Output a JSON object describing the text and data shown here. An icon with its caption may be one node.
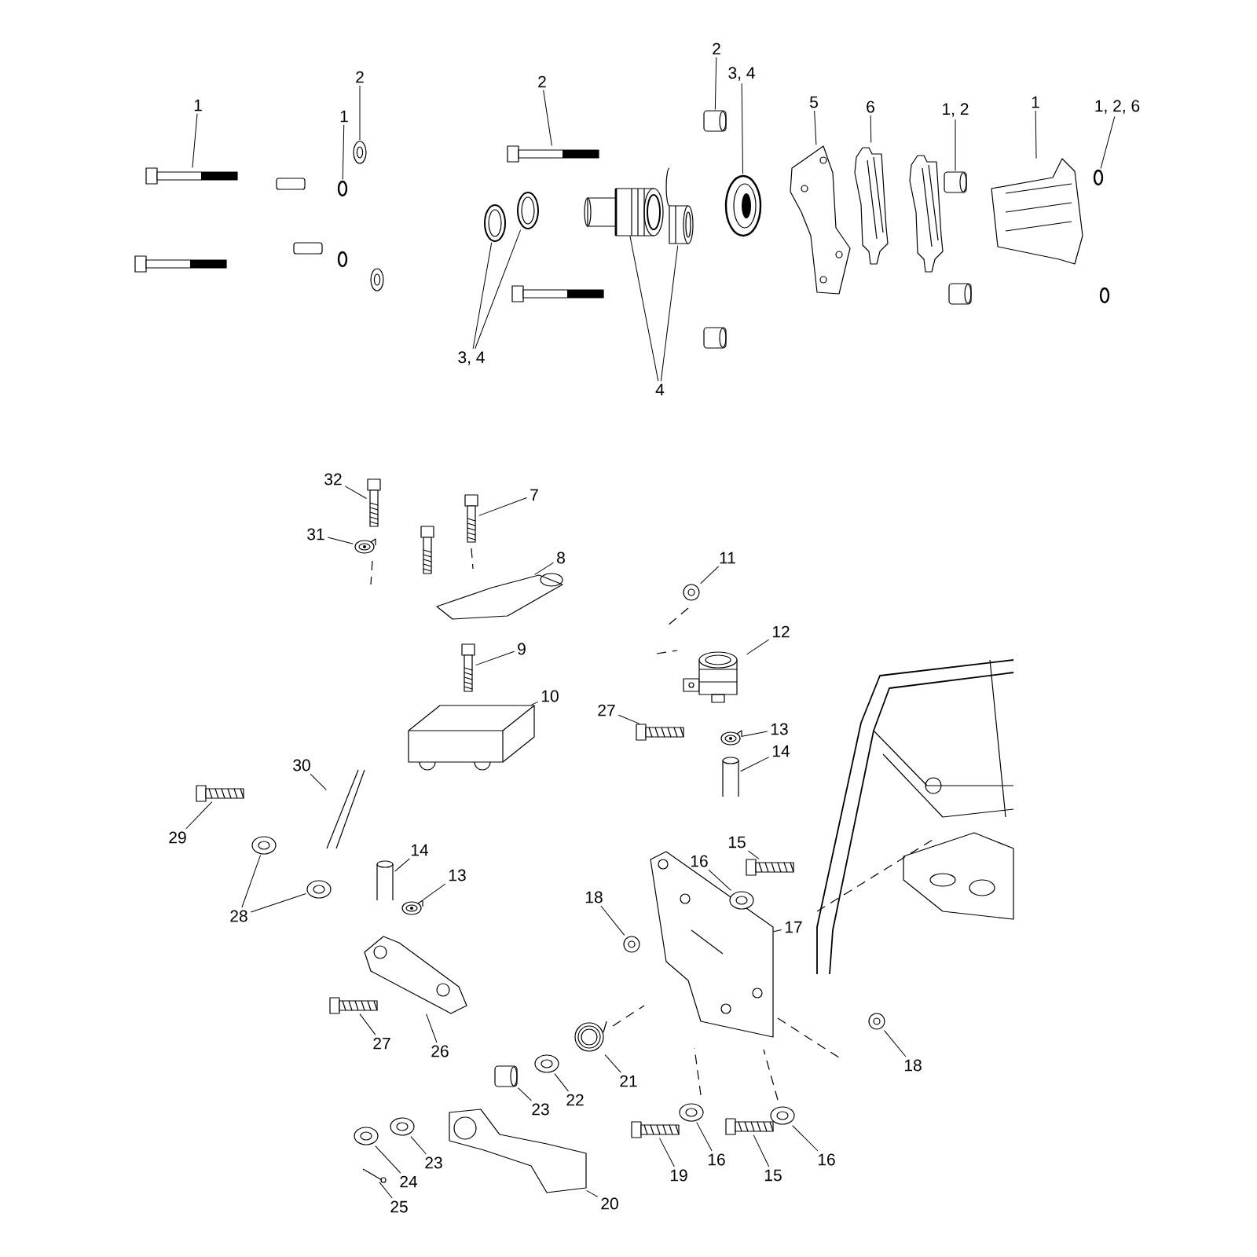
{
  "diagram": {
    "nodes": [
      {
        "text": [
          "1"
        ]
      },
      {
        "text": [],
        "shape": "picture"
      },
      {
        "text": [
          "2"
        ]
      },
      {
        "text": [],
        "shape": "picture"
      },
      {
        "text": [
          "1"
        ]
      },
      {
        "text": [],
        "shape": "picture"
      },
      {
        "text": [
          "2"
        ]
      },
      {
        "text": [],
        "shape": "picture"
      },
      {
        "text": [
          "3, 4"
        ]
      },
      {
        "text": [],
        "shape": "picture"
      },
      {
        "text": [],
        "shape": "picture"
      },
      {
        "text": [
          "4"
        ]
      },
      {
        "text": [],
        "shape": "picture"
      },
      {
        "text": [],
        "shape": "picture"
      },
      {
        "text": [
          "2"
        ]
      },
      {
        "text": [],
        "shape": "picture"
      },
      {
        "text": [
          "3, 4"
        ]
      },
      {
        "text": [],
        "shape": "picture"
      },
      {
        "text": [
          "5"
        ]
      },
      {
        "text": [],
        "shape": "picture"
      },
      {
        "text": [
          "6"
        ]
      },
      {
        "text": [],
        "shape": "picture"
      },
      {
        "text": [
          "1, 2"
        ]
      },
      {
        "text": [],
        "shape": "picture"
      },
      {
        "text": [
          "1"
        ]
      },
      {
        "text": [],
        "shape": "picture"
      },
      {
        "text": [
          "1, 2, 6"
        ]
      },
      {
        "text": [],
        "shape": "picture"
      },
      {
        "text": [
          "32"
        ]
      },
      {
        "text": [],
        "shape": "picture"
      },
      {
        "text": [
          "31"
        ]
      },
      {
        "text": [],
        "shape": "picture"
      },
      {
        "text": [
          "7"
        ]
      },
      {
        "text": [],
        "shape": "picture"
      },
      {
        "text": [
          "8"
        ]
      },
      {
        "text": [],
        "shape": "picture"
      },
      {
        "text": [
          "9"
        ]
      },
      {
        "text": [],
        "shape": "picture"
      },
      {
        "text": [
          "10"
        ]
      },
      {
        "text": [],
        "shape": "picture"
      },
      {
        "text": [
          "11"
        ]
      },
      {
        "text": [],
        "shape": "picture"
      },
      {
        "text": [
          "12"
        ]
      },
      {
        "text": [],
        "shape": "picture"
      },
      {
        "text": [
          "27"
        ]
      },
      {
        "text": [],
        "shape": "picture"
      },
      {
        "text": [
          "13"
        ]
      },
      {
        "text": [],
        "shape": "picture"
      },
      {
        "text": [
          "14"
        ]
      },
      {
        "text": [],
        "shape": "picture"
      },
      {
        "text": [
          "30"
        ]
      },
      {
        "text": [],
        "shape": "picture"
      },
      {
        "text": [
          "29"
        ]
      },
      {
        "text": [],
        "shape": "picture"
      },
      {
        "text": [
          "28"
        ]
      },
      {
        "text": [],
        "shape": "picture"
      },
      {
        "text": [],
        "shape": "picture"
      },
      {
        "text": [
          "14"
        ]
      },
      {
        "text": [],
        "shape": "picture"
      },
      {
        "text": [
          "13"
        ]
      },
      {
        "text": [],
        "shape": "picture"
      },
      {
        "text": [
          "27"
        ]
      },
      {
        "text": [],
        "shape": "picture"
      },
      {
        "text": [
          "26"
        ]
      },
      {
        "text": [],
        "shape": "picture"
      },
      {
        "text": [
          "18"
        ]
      },
      {
        "text": [],
        "shape": "picture"
      },
      {
        "text": [
          "21"
        ]
      },
      {
        "text": [],
        "shape": "picture"
      },
      {
        "text": [
          "17"
        ]
      },
      {
        "text": [],
        "shape": "picture"
      },
      {
        "text": [
          "15"
        ]
      },
      {
        "text": [],
        "shape": "picture"
      },
      {
        "text": [
          "16"
        ]
      },
      {
        "text": [],
        "shape": "picture"
      },
      {
        "text": [
          "18"
        ]
      },
      {
        "text": [],
        "shape": "picture"
      },
      {
        "text": [
          "23"
        ]
      },
      {
        "text": [],
        "shape": "picture"
      },
      {
        "text": [
          "22"
        ]
      },
      {
        "text": [],
        "shape": "picture"
      },
      {
        "text": [
          "23"
        ]
      },
      {
        "text": [],
        "shape": "picture"
      },
      {
        "text": [
          "24"
        ]
      },
      {
        "text": [],
        "shape": "picture"
      },
      {
        "text": [
          "25"
        ]
      },
      {
        "text": [],
        "shape": "picture"
      },
      {
        "text": [
          "20"
        ]
      },
      {
        "text": [],
        "shape": "picture"
      },
      {
        "text": [
          "19"
        ]
      },
      {
        "text": [],
        "shape": "picture"
      },
      {
        "text": [
          "16"
        ]
      },
      {
        "text": [],
        "shape": "picture"
      },
      {
        "text": [
          "15"
        ]
      },
      {
        "text": [],
        "shape": "picture"
      },
      {
        "text": [
          "16"
        ]
      },
      {
        "text": [],
        "shape": "picture"
      }
    ],
    "edges": [
      {
        "from": 0,
        "to": 1,
        "arrow": "none"
      },
      {
        "from": 2,
        "to": 3,
        "arrow": "none"
      },
      {
        "from": 4,
        "to": 5,
        "arrow": "none"
      },
      {
        "from": 6,
        "to": 7,
        "arrow": "none"
      },
      {
        "from": 8,
        "to": 9,
        "arrow": "none"
      },
      {
        "from": 8,
        "to": 10,
        "arrow": "none"
      },
      {
        "from": 11,
        "to": 12,
        "arrow": "none"
      },
      {
        "from": 11,
        "to": 13,
        "arrow": "none"
      },
      {
        "from": 14,
        "to": 15,
        "arrow": "none"
      },
      {
        "from": 16,
        "to": 17,
        "arrow": "none"
      },
      {
        "from": 18,
        "to": 19,
        "arrow": "none"
      },
      {
        "from": 20,
        "to": 21,
        "arrow": "none"
      },
      {
        "from": 22,
        "to": 23,
        "arrow": "none"
      },
      {
        "from": 24,
        "to": 25,
        "arrow": "none"
      },
      {
        "from": 26,
        "to": 27,
        "arrow": "none"
      },
      {
        "from": 28,
        "to": 29,
        "arrow": "none"
      },
      {
        "from": 30,
        "to": 31,
        "arrow": "none"
      },
      {
        "from": 32,
        "to": 33,
        "arrow": "none"
      },
      {
        "from": 34,
        "to": 35,
        "arrow": "none"
      },
      {
        "from": 36,
        "to": 37,
        "arrow": "none"
      },
      {
        "from": 38,
        "to": 39,
        "arrow": "none"
      },
      {
        "from": 40,
        "to": 41,
        "arrow": "none"
      },
      {
        "from": 42,
        "to": 43,
        "arrow": "none"
      },
      {
        "from": 44,
        "to": 45,
        "arrow": "none"
      },
      {
        "from": 46,
        "to": 47,
        "arrow": "none"
      },
      {
        "from": 48,
        "to": 49,
        "arrow": "none"
      },
      {
        "from": 50,
        "to": 51,
        "arrow": "none"
      },
      {
        "from": 52,
        "to": 53,
        "arrow": "none"
      },
      {
        "from": 54,
        "to": 55,
        "arrow": "none"
      },
      {
        "from": 54,
        "to": 56,
        "arrow": "none"
      },
      {
        "from": 57,
        "to": 58,
        "arrow": "none"
      },
      {
        "from": 59,
        "to": 60,
        "arrow": "none"
      },
      {
        "from": 61,
        "to": 62,
        "arrow": "none"
      },
      {
        "from": 63,
        "to": 64,
        "arrow": "none"
      },
      {
        "from": 65,
        "to": 66,
        "arrow": "none"
      },
      {
        "from": 67,
        "to": 68,
        "arrow": "none"
      },
      {
        "from": 69,
        "to": 70,
        "arrow": "none"
      },
      {
        "from": 71,
        "to": 72,
        "arrow": "none"
      },
      {
        "from": 73,
        "to": 74,
        "arrow": "none"
      },
      {
        "from": 75,
        "to": 76,
        "arrow": "none"
      },
      {
        "from": 77,
        "to": 78,
        "arrow": "none"
      },
      {
        "from": 79,
        "to": 80,
        "arrow": "none"
      },
      {
        "from": 81,
        "to": 82,
        "arrow": "none"
      },
      {
        "from": 83,
        "to": 84,
        "arrow": "none"
      },
      {
        "from": 85,
        "to": 86,
        "arrow": "none"
      },
      {
        "from": 87,
        "to": 88,
        "arrow": "none"
      },
      {
        "from": 89,
        "to": 90,
        "arrow": "none"
      },
      {
        "from": 91,
        "to": 92,
        "arrow": "none"
      },
      {
        "from": 93,
        "to": 94,
        "arrow": "none"
      },
      {
        "from": 95,
        "to": 96,
        "arrow": "none"
      }
    ]
  }
}
